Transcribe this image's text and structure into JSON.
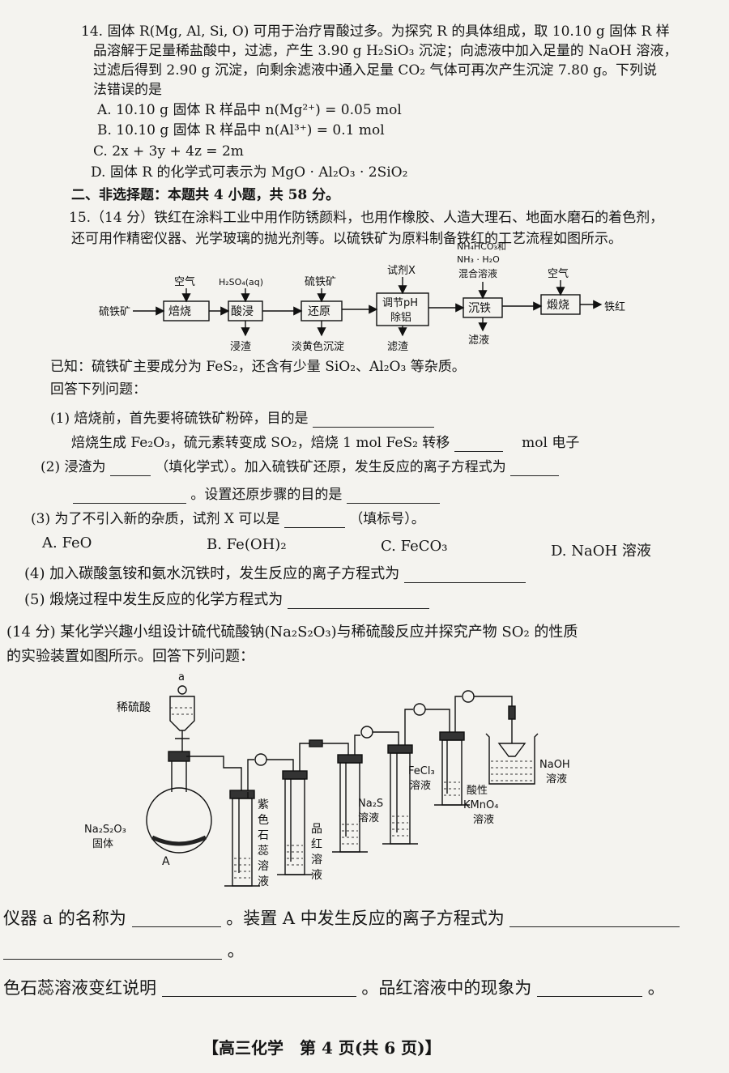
{
  "q14": {
    "line1": "14. 固体 R(Mg, Al, Si, O) 可用于治疗胃酸过多。为探究 R 的具体组成，取 10.10 g 固体 R 样",
    "line2": "品溶解于足量稀盐酸中，过滤，产生 3.90 g H₂SiO₃ 沉淀；向滤液中加入足量的 NaOH 溶液，",
    "line3": "过滤后得到 2.90 g 沉淀，向剩余滤液中通入足量 CO₂ 气体可再次产生沉淀 7.80 g。下列说",
    "line4": "法错误的是",
    "optA": "A. 10.10 g 固体 R 样品中 n(Mg²⁺) = 0.05 mol",
    "optB": "B. 10.10 g 固体 R 样品中 n(Al³⁺) = 0.1 mol",
    "optC": "C. 2x + 3y + 4z = 2m",
    "optD": "D. 固体 R 的化学式可表示为 MgO · Al₂O₃ · 2SiO₂"
  },
  "section2": "二、非选择题：本题共 4 小题，共 58 分。",
  "q15": {
    "line1": "15.（14 分）铁红在涂料工业中用作防锈颜料，也用作橡胶、人造大理石、地面水磨石的着色剂，",
    "line2": "还可用作精密仪器、光学玻璃的抛光剂等。以硫铁矿为原料制备铁红的工艺流程如图所示。",
    "flow": {
      "start": "硫铁矿",
      "steps": [
        "焙烧",
        "酸浸",
        "还原",
        "调节pH",
        "除铝",
        "沉铁",
        "煅烧"
      ],
      "inputs": [
        "空气",
        "H₂SO₄(aq)",
        "硫铁矿",
        "试剂X",
        "NH₄HCO₃和",
        "NH₃ · H₂O",
        "混合溶液",
        "空气"
      ],
      "outputs": [
        "浸渣",
        "淡黄色沉淀",
        "滤渣",
        "滤液"
      ],
      "end": "铁红"
    },
    "known": "已知：硫铁矿主要成分为 FeS₂，还含有少量 SiO₂、Al₂O₃ 等杂质。",
    "answer": "回答下列问题：",
    "p1a": "(1) 焙烧前，首先要将硫铁矿粉碎，目的是",
    "p1b": "焙烧生成 Fe₂O₃，硫元素转变成 SO₂，焙烧 1 mol FeS₂ 转移",
    "p1c": "mol 电子",
    "p2a": "(2) 浸渣为",
    "p2b": "（填化学式）。加入硫铁矿还原，发生反应的离子方程式为",
    "p2c": "。设置还原步骤的目的是",
    "p3a": "(3) 为了不引入新的杂质，试剂 X 可以是",
    "p3b": "（填标号）。",
    "p3opts": [
      "A. FeO",
      "B. Fe(OH)₂",
      "C. FeCO₃",
      "D. NaOH 溶液"
    ],
    "p4": "(4) 加入碳酸氢铵和氨水沉铁时，发生反应的离子方程式为",
    "p5": "(5) 煅烧过程中发生反应的化学方程式为"
  },
  "q16": {
    "line1": "(14 分) 某化学兴趣小组设计硫代硫酸钠(Na₂S₂O₃)与稀硫酸反应并探究产物 SO₂ 的性质",
    "line2": "的实验装置如图所示。回答下列问题：",
    "labels": {
      "a": "a",
      "acid": "稀硫酸",
      "solid1": "Na₂S₂O₃",
      "solid2": "固体",
      "A": "A",
      "litmus": [
        "紫",
        "色",
        "石",
        "蕊",
        "溶",
        "液"
      ],
      "pinhong": [
        "品",
        "红",
        "溶",
        "液"
      ],
      "na2s1": "Na₂S",
      "na2s2": "溶液",
      "fecl1": "FeCl₃",
      "fecl2": "溶液",
      "kmno1": "酸性",
      "kmno2": "KMnO₄",
      "kmno3": "溶液",
      "naoh1": "NaOH",
      "naoh2": "溶液"
    },
    "s1a": "仪器 a 的名称为",
    "s1b": "。装置 A 中发生反应的离子方程式为",
    "s1c": "。",
    "s2a": "色石蕊溶液变红说明",
    "s2b": "。品红溶液中的现象为",
    "s2c": "。"
  },
  "footer": "【高三化学　第 4 页(共 6 页)】"
}
